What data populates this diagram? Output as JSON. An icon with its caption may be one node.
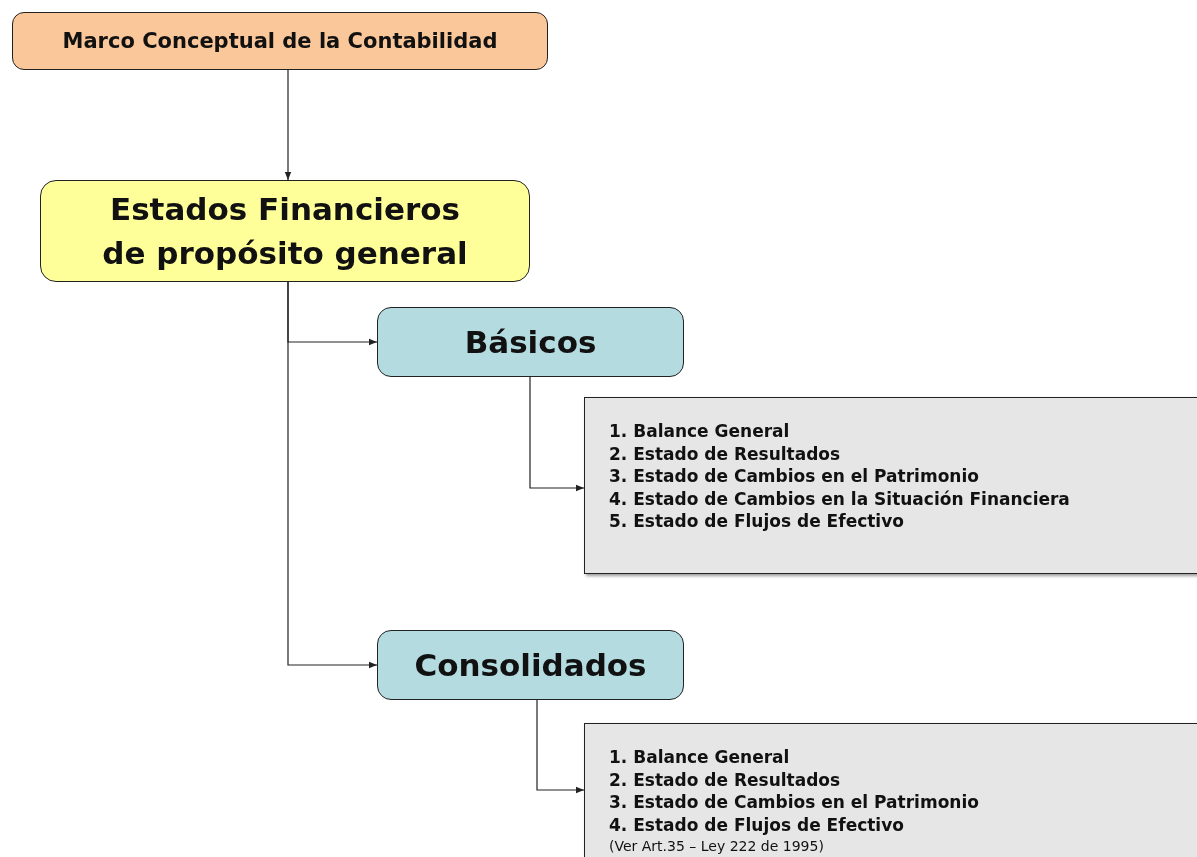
{
  "diagram": {
    "nodes": [
      {
        "text": [
          "Marco Conceptual de la Contabilidad"
        ]
      },
      {
        "text": [
          "Estados Financieros de propósito general"
        ]
      },
      {
        "text": [
          "Básicos"
        ]
      },
      {
        "text": [
          "1. Balance General",
          "2. Estado de Resultados",
          "3. Estado de Cambios en el Patrimonio",
          "4. Estado de Cambios en la Situación Financiera",
          "5. Estado de Flujos de Efectivo"
        ]
      },
      {
        "text": [
          "Consolidados"
        ]
      },
      {
        "text": [
          "1. Balance General",
          "2. Estado de Resultados",
          "3. Estado de Cambios en el Patrimonio",
          "4. Estado de Flujos de Efectivo",
          "(Ver Art.35 – Ley 222 de 1995)"
        ]
      }
    ],
    "edges": [
      {
        "from": 0,
        "to": 1,
        "arrow": "to"
      },
      {
        "from": 1,
        "to": 2,
        "arrow": "to"
      },
      {
        "from": 1,
        "to": 4,
        "arrow": "to"
      },
      {
        "from": 2,
        "to": 3,
        "arrow": "to"
      },
      {
        "from": 4,
        "to": 5,
        "arrow": "to"
      }
    ]
  }
}
